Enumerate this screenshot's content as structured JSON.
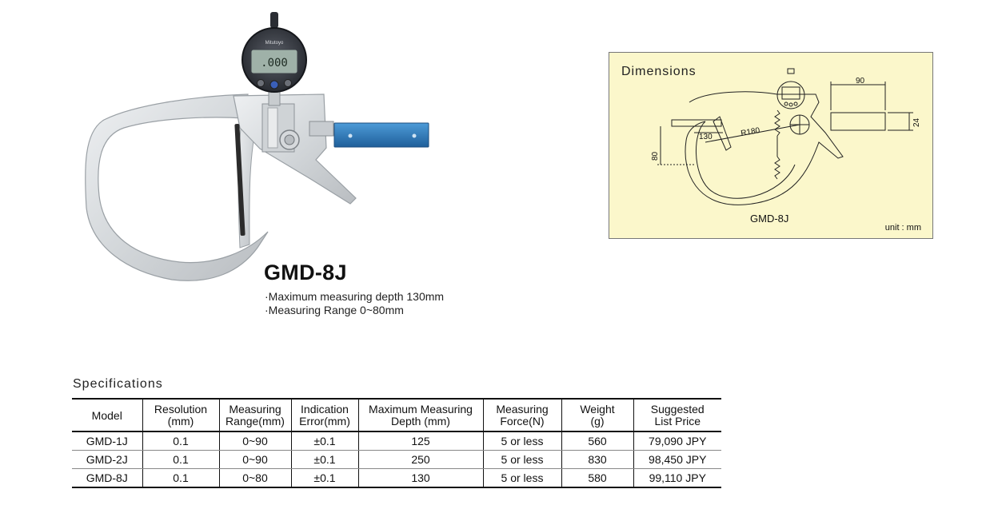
{
  "product": {
    "model_name": "GMD-8J",
    "features": [
      "·Maximum measuring depth 130mm",
      "·Measuring Range 0~80mm"
    ],
    "indicator_brand": "Mitutoyo"
  },
  "dimensions": {
    "title": "Dimensions",
    "labels": {
      "width_90": "90",
      "height_24": "24",
      "radius": "R180",
      "depth_130": "130",
      "range_80": "80"
    },
    "model_label": "GMD-8J",
    "unit_note": "unit : mm"
  },
  "specifications": {
    "title": "Specifications",
    "headers": [
      [
        "Model"
      ],
      [
        "Resolution",
        "(mm)"
      ],
      [
        "Measuring",
        "Range(mm)"
      ],
      [
        "Indication",
        "Error(mm)"
      ],
      [
        "Maximum Measuring",
        "Depth (mm)"
      ],
      [
        "Measuring",
        "Force(N)"
      ],
      [
        "Weight",
        "(g)"
      ],
      [
        "Suggested",
        "List Price"
      ]
    ],
    "rows": [
      [
        "GMD-1J",
        "0.1",
        "0~90",
        "±0.1",
        "125",
        "5 or less",
        "560",
        "79,090 JPY"
      ],
      [
        "GMD-2J",
        "0.1",
        "0~90",
        "±0.1",
        "250",
        "5 or less",
        "830",
        "98,450 JPY"
      ],
      [
        "GMD-8J",
        "0.1",
        "0~80",
        "±0.1",
        "130",
        "5 or less",
        "580",
        "99,110 JPY"
      ]
    ]
  },
  "colors": {
    "panel_background": "#fbf7cb",
    "handle_blue": "#2f7fc0",
    "frame_silver": "#d9dde0",
    "dial_face": "#9fb1a8"
  }
}
